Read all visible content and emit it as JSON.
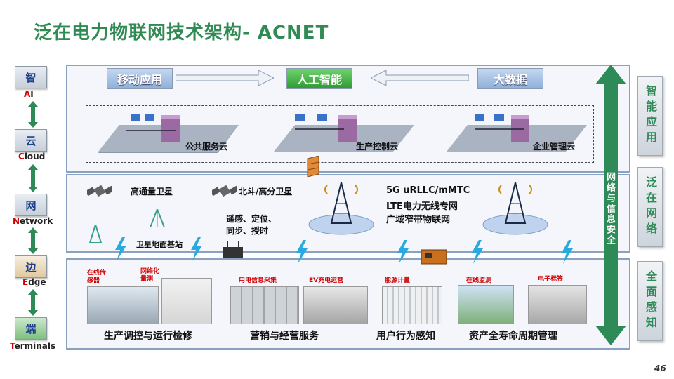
{
  "title": "泛在电力物联网技术架构- ACNET",
  "left_labels": [
    {
      "zh": "智",
      "en_first": "A",
      "en_rest": "I"
    },
    {
      "zh": "云",
      "en_first": "C",
      "en_rest": "loud"
    },
    {
      "zh": "网",
      "en_first": "N",
      "en_rest": "etwork"
    },
    {
      "zh": "边",
      "en_first": "E",
      "en_rest": "dge"
    },
    {
      "zh": "端",
      "en_first": "T",
      "en_rest": "erminals"
    }
  ],
  "right_labels": [
    "智能应用",
    "泛在网络",
    "全面感知"
  ],
  "security_label": "网络与信息安全",
  "apps": {
    "mobile": "移动应用",
    "ai": "人工智能",
    "bigdata": "大数据"
  },
  "clouds": [
    "公共服务云",
    "生产控制云",
    "企业管理云"
  ],
  "network": {
    "hts": "高通量卫星",
    "beidou": "北斗/高分卫星",
    "beidou_funcs_1": "遥感、定位、",
    "beidou_funcs_2": "同步、授时",
    "ground_station": "卫星地面基站",
    "tech_1": "5G uRLLC/mMTC",
    "tech_2": "LTE电力无线专网",
    "tech_3": "广域窄带物联网"
  },
  "terminals": {
    "red_labels": [
      "在线传感器",
      "网络化量测",
      "用电信息采集",
      "EV充电运营",
      "能源计量",
      "在线监测",
      "电子标签"
    ],
    "bottom": [
      "生产调控与运行检修",
      "营销与经营服务",
      "用户行为感知",
      "资产全寿命周期管理"
    ]
  },
  "page_number": "46"
}
